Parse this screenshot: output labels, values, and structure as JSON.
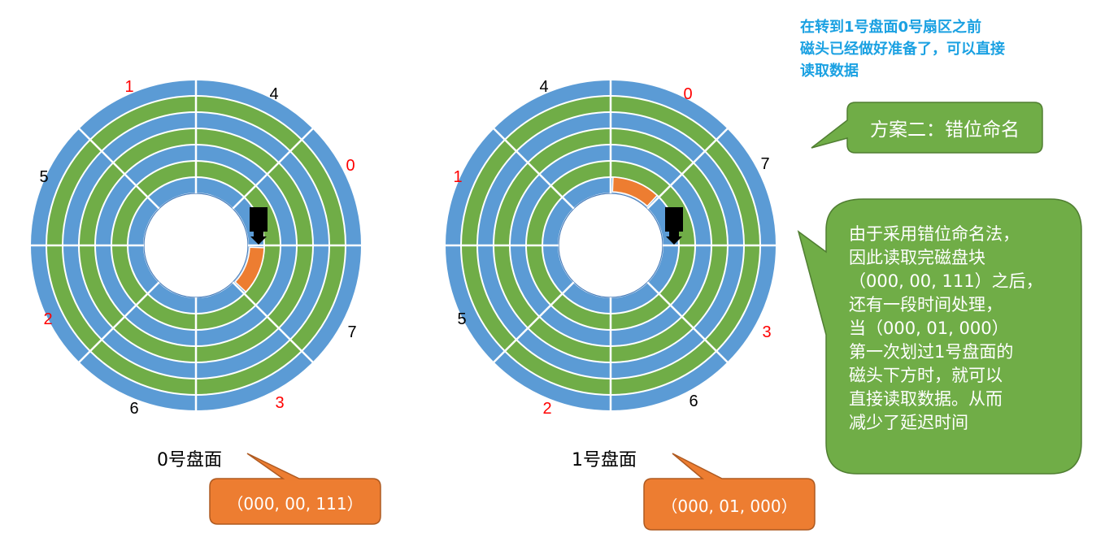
{
  "note": {
    "lines": [
      "在转到1号盘面0号扇区之前",
      "磁头已经做好准备了，可以直接",
      "读取数据"
    ]
  },
  "callout_title": "方案二：错位命名",
  "callout_body": {
    "lines": [
      "由于采用错位命名法，",
      "因此读取完磁盘块",
      "（000, 00, 111）之后，",
      "还有一段时间处理，",
      "当（000, 01, 000）",
      "第一次划过1号盘面的",
      "磁头下方时，就可以",
      "直接读取数据。从而",
      "减少了延迟时间"
    ]
  },
  "disks": [
    {
      "label": "0号盘面",
      "address": "（000, 00, 111）",
      "sector_labels": [
        {
          "text": "1",
          "color": "#ff0000"
        },
        {
          "text": "4",
          "color": "#000000"
        },
        {
          "text": "0",
          "color": "#ff0000"
        },
        {
          "text": "7",
          "color": "#000000"
        },
        {
          "text": "3",
          "color": "#ff0000"
        },
        {
          "text": "6",
          "color": "#000000"
        },
        {
          "text": "2",
          "color": "#ff0000"
        },
        {
          "text": "5",
          "color": "#000000"
        }
      ]
    },
    {
      "label": "1号盘面",
      "address": "（000, 01, 000）",
      "sector_labels": [
        {
          "text": "4",
          "color": "#000000"
        },
        {
          "text": "0",
          "color": "#ff0000"
        },
        {
          "text": "7",
          "color": "#000000"
        },
        {
          "text": "3",
          "color": "#ff0000"
        },
        {
          "text": "6",
          "color": "#000000"
        },
        {
          "text": "2",
          "color": "#ff0000"
        },
        {
          "text": "5",
          "color": "#000000"
        },
        {
          "text": "1",
          "color": "#ff0000"
        }
      ]
    }
  ],
  "colors": {
    "blue_track": "#5b9bd5",
    "green_track": "#70ad47",
    "highlight": "#ed7d31",
    "callout_green": "#70ad47",
    "callout_orange": "#ed7d31",
    "note_text": "#1ba1e2"
  }
}
